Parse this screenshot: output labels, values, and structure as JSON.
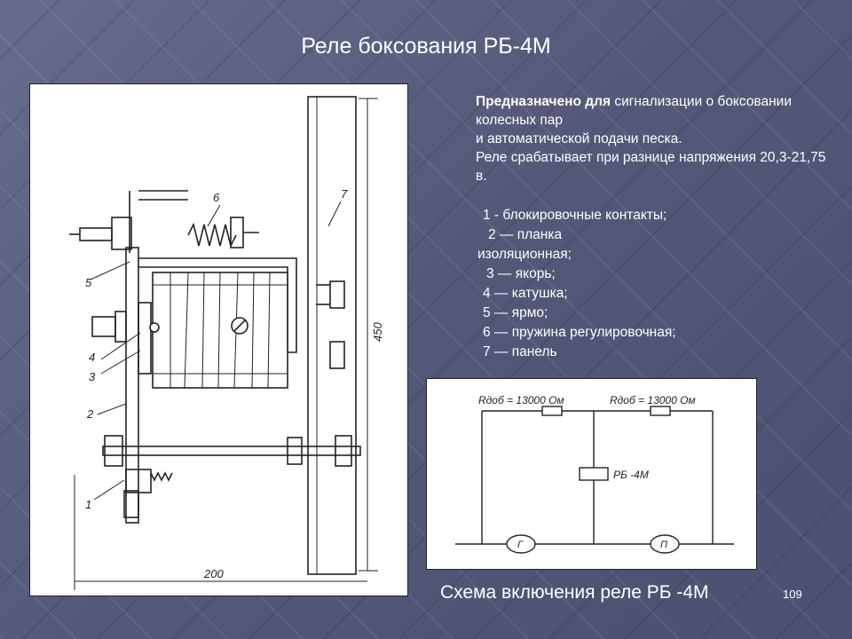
{
  "slide": {
    "title": "Реле боксования РБ-4М",
    "description": {
      "lead": "Предназначено для",
      "rest": " сигнализации о боксовании колесных пар",
      "line2": "и автоматической  подачи песка.",
      "line3": "Реле срабатывает при разнице напряжения 20,3-21,75 в."
    },
    "legend": [
      "1 - блокировочные контакты;",
      "2 — планка",
      "изоляционная;",
      "3 — якорь;",
      "4 — катушка;",
      "5 — ярмо;",
      "6 — пружина регулировочная;",
      "7 — панель"
    ],
    "caption": "Схема включения реле РБ -4М",
    "page_number": "109"
  },
  "drawing": {
    "dim_width": "200",
    "dim_height": "450",
    "labels": [
      "1",
      "2",
      "3",
      "4",
      "5",
      "6",
      "7"
    ]
  },
  "schema": {
    "r_left": "Rдоб = 13000 Ом",
    "r_right": "Rдоб = 13000 Ом",
    "relay": "РБ -4М",
    "gen": "Г",
    "motor": "П"
  }
}
